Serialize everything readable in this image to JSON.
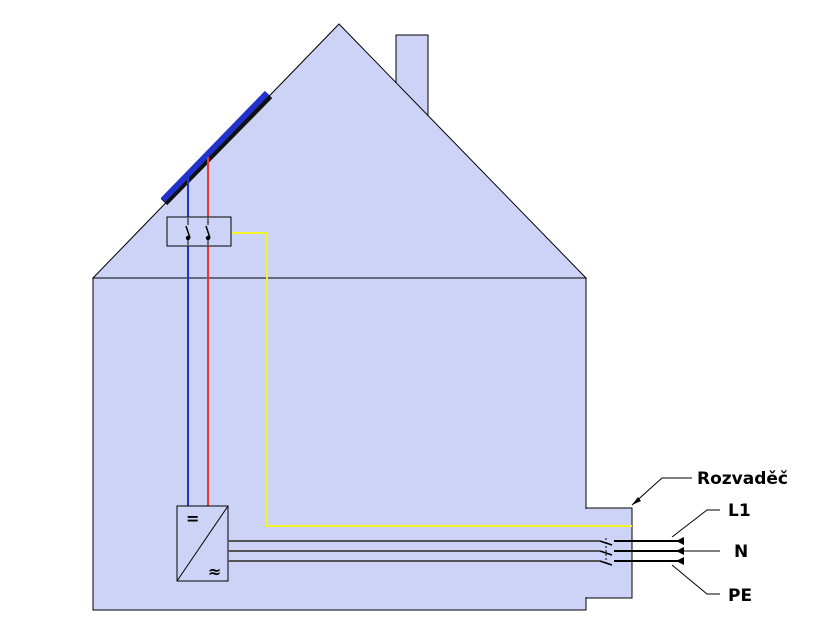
{
  "labels": {
    "switchboard": "Rozvaděč",
    "line": "L1",
    "neutral": "N",
    "protective_earth": "PE"
  },
  "inverter_symbols": {
    "dc": "=",
    "ac": "≈"
  },
  "colors": {
    "house_fill": "#ccd3f6",
    "outline": "#000000",
    "panel_blue": "#2233cc",
    "wire_positive": "#ee3333",
    "wire_negative": "#2233cc",
    "wire_earth": "#f3f32a",
    "wire_ac": "#555555"
  }
}
